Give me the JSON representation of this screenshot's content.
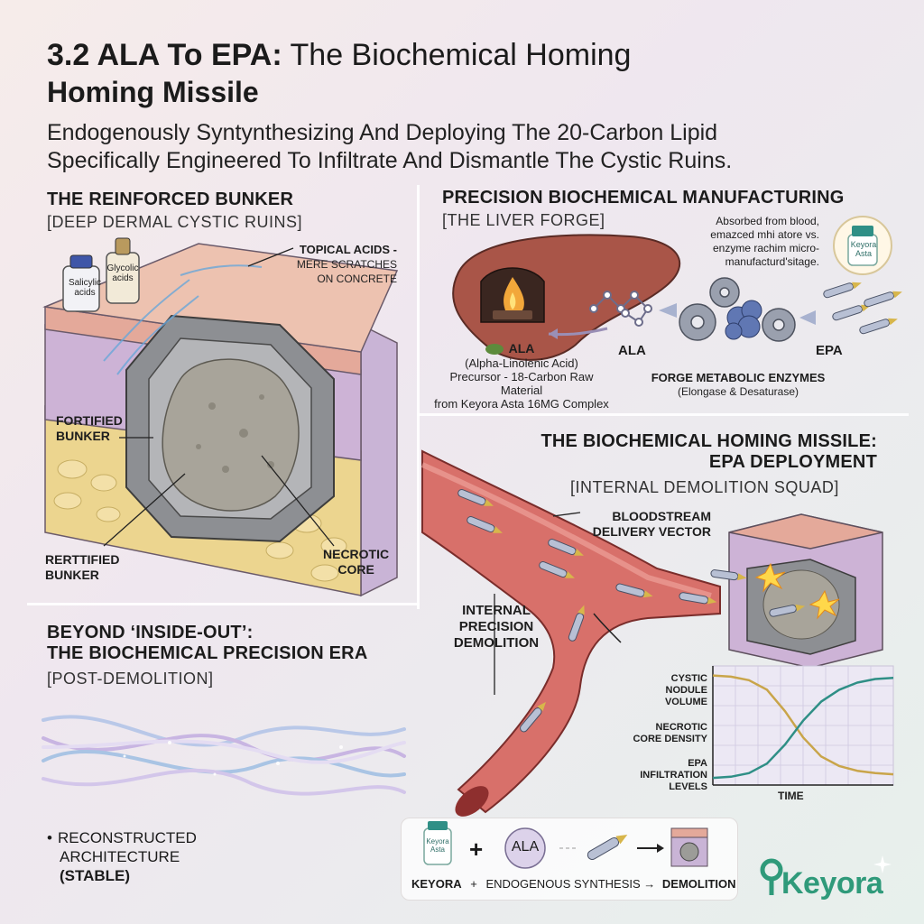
{
  "header": {
    "title_bold": "3.2 ALA To EPA:",
    "title_light": " The Biochemical Homing",
    "title_line2": "Homing Missile",
    "subtitle_line1": "Endogenously Syntynthesizing And Deploying The 20-Carbon Lipid",
    "subtitle_line2": "Specifically Engineered To Infiltrate And Dismantle The Cystic Ruins."
  },
  "bunker": {
    "heading": "THE REINFORCED BUNKER",
    "subheading": "[DEEP DERMAL CYSTIC RUINS]",
    "topical_label": "TOPICAL ACIDS -",
    "topical_note_1": "MERE SCRATCHES",
    "topical_note_2": "ON CONCRETE",
    "bottle1_label_1": "Salicylic",
    "bottle1_label_2": "acids",
    "bottle2_label_1": "Glycolic",
    "bottle2_label_2": "acids",
    "fortified_1": "FORTIFIED",
    "fortified_2": "BUNKER",
    "rertified_1": "RERTTIFIED",
    "rertified_2": "BUNKER",
    "necrotic_1": "NECROTIC",
    "necrotic_2": "CORE"
  },
  "liver": {
    "heading": "PRECISION BIOCHEMICAL MANUFACTURING",
    "subheading": "[THE LIVER FORGE]",
    "absorbed_1": "Absorbed from blood,",
    "absorbed_2": "emazced mhi atore vs.",
    "absorbed_3": "enzyme rachim micro-",
    "absorbed_4": "manufacturd'sitage.",
    "bottle_brand": "Keyora",
    "bottle_sub": "Asta",
    "ala_left": "ALA",
    "ala_full": "(Alpha-Linolenic Acid)",
    "precursor_1": "Precursor - 18-Carbon Raw Material",
    "precursor_2": "from Keyora Asta 16MG Complex",
    "ala_mid": "ALA",
    "epa": "EPA",
    "enzymes": "FORGE METABOLIC ENZYMES",
    "enzymes_sub": "(Elongase & Desaturase)"
  },
  "missile": {
    "heading_1": "THE BIOCHEMICAL HOMING MISSILE:",
    "heading_2": "EPA DEPLOYMENT",
    "subheading": "[INTERNAL DEMOLITION SQUAD]",
    "bloodstream_1": "BLOODSTREAM",
    "bloodstream_2": "DELIVERY VECTOR",
    "internal_1": "INTERNAL",
    "internal_2": "PRECISION",
    "internal_3": "DEMOLITION"
  },
  "chart_data": {
    "type": "line",
    "xlabel": "TIME",
    "ylabel": "",
    "labels": [
      [
        "CYSTIC",
        "NODULE",
        "VOLUME"
      ],
      [
        "NECROTIC",
        "CORE DENSITY"
      ],
      [
        "EPA",
        "INFILTRATION",
        "LEVELS"
      ]
    ],
    "series": [
      {
        "name": "",
        "color": "#c9a54a",
        "x": [
          0,
          1,
          2,
          3,
          4,
          5,
          6,
          7,
          8,
          9,
          10
        ],
        "values": [
          0.92,
          0.91,
          0.88,
          0.8,
          0.62,
          0.4,
          0.24,
          0.16,
          0.12,
          0.1,
          0.09
        ]
      },
      {
        "name": "",
        "color": "#2f8f86",
        "x": [
          0,
          1,
          2,
          3,
          4,
          5,
          6,
          7,
          8,
          9,
          10
        ],
        "values": [
          0.06,
          0.07,
          0.1,
          0.18,
          0.34,
          0.54,
          0.7,
          0.8,
          0.86,
          0.89,
          0.9
        ]
      }
    ],
    "xlim": [
      0,
      10
    ],
    "ylim": [
      0,
      1
    ],
    "grid": true
  },
  "beyond": {
    "heading_1": "BEYOND ‘INSIDE-OUT’:",
    "heading_2": "THE BIOCHEMICAL PRECISION ERA",
    "subheading": "[POST-DEMOLITION]",
    "bullet": "•",
    "reconstructed_1": "RECONSTRUCTED",
    "reconstructed_2": "ARCHITECTURE",
    "stable": "(STABLE)"
  },
  "legend": {
    "plus1": "+",
    "ala": "ALA",
    "bottle_brand": "Keyora",
    "bottle_sub": "Asta",
    "keyora": "KEYORA",
    "plus2": "+",
    "synthesis": "ENDOGENOUS SYNTHESIS →",
    "demolition": "DEMOLITION"
  },
  "brand": {
    "logo_text": "Keyora"
  },
  "colors": {
    "skin_pink": "#e4a99a",
    "dermis_purple": "#cdb3d6",
    "fat_yellow": "#ecd58f",
    "concrete": "#9c9c98",
    "liver": "#a95548",
    "vessel": "#c85a55",
    "teal": "#2f8f86",
    "gold": "#c9a54a"
  }
}
